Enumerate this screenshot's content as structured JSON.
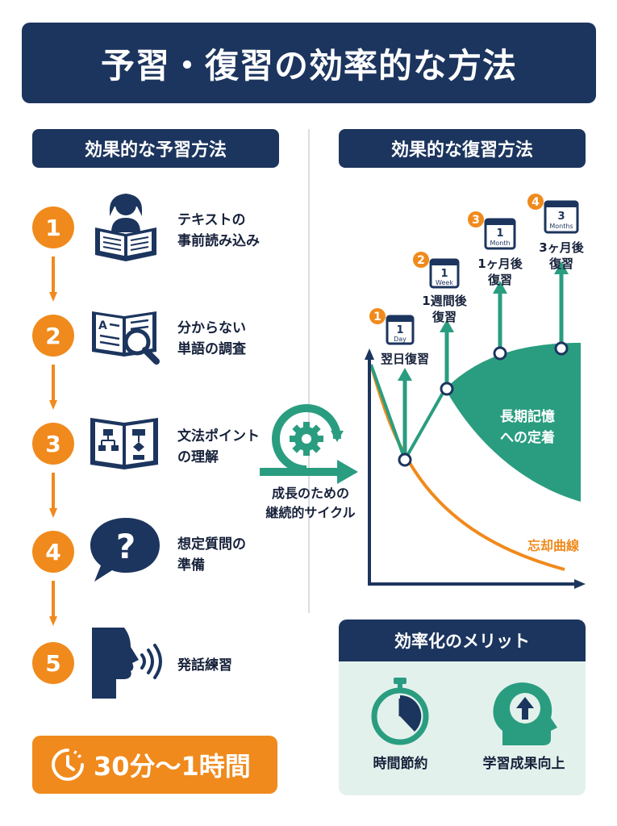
{
  "title": "予習・復習の効率的な方法",
  "prep": {
    "header": "効果的な予習方法",
    "steps": [
      {
        "num": "1",
        "label": "テキストの\n事前読み込み",
        "icon": "person-reading-icon"
      },
      {
        "num": "2",
        "label": "分からない\n単語の調査",
        "icon": "book-magnifier-icon"
      },
      {
        "num": "3",
        "label": "文法ポイント\nの理解",
        "icon": "book-diagram-icon"
      },
      {
        "num": "4",
        "label": "想定質問の\n準備",
        "icon": "question-bubble-icon"
      },
      {
        "num": "5",
        "label": "発話練習",
        "icon": "speaking-head-icon"
      }
    ],
    "time": "30分〜1時間"
  },
  "cycle": {
    "label": "成長のための\n継続的サイクル"
  },
  "review": {
    "header": "効果的な復習方法",
    "points": [
      {
        "num": "1",
        "cal_top": "1",
        "cal_bottom": "Day",
        "label": "翌日復習"
      },
      {
        "num": "2",
        "cal_top": "1",
        "cal_bottom": "Week",
        "label": "1週間後",
        "label2": "復習"
      },
      {
        "num": "3",
        "cal_top": "1",
        "cal_bottom": "Month",
        "label": "1ヶ月後",
        "label2": "復習"
      },
      {
        "num": "4",
        "cal_top": "3",
        "cal_bottom": "Months",
        "label": "3ヶ月後",
        "label2": "復習"
      }
    ],
    "memory_label": "長期記憶",
    "memory_label2": "への定着",
    "forgetting_label": "忘却曲線"
  },
  "colors": {
    "navy": "#1c355e",
    "orange": "#f08a1c",
    "teal": "#2a9d80",
    "mint": "#e3f1ec"
  },
  "merit": {
    "header": "効率化のメリット",
    "items": [
      {
        "label": "時間節約",
        "icon": "stopwatch-icon"
      },
      {
        "label": "学習成果向上",
        "icon": "head-up-arrow-icon"
      }
    ]
  }
}
